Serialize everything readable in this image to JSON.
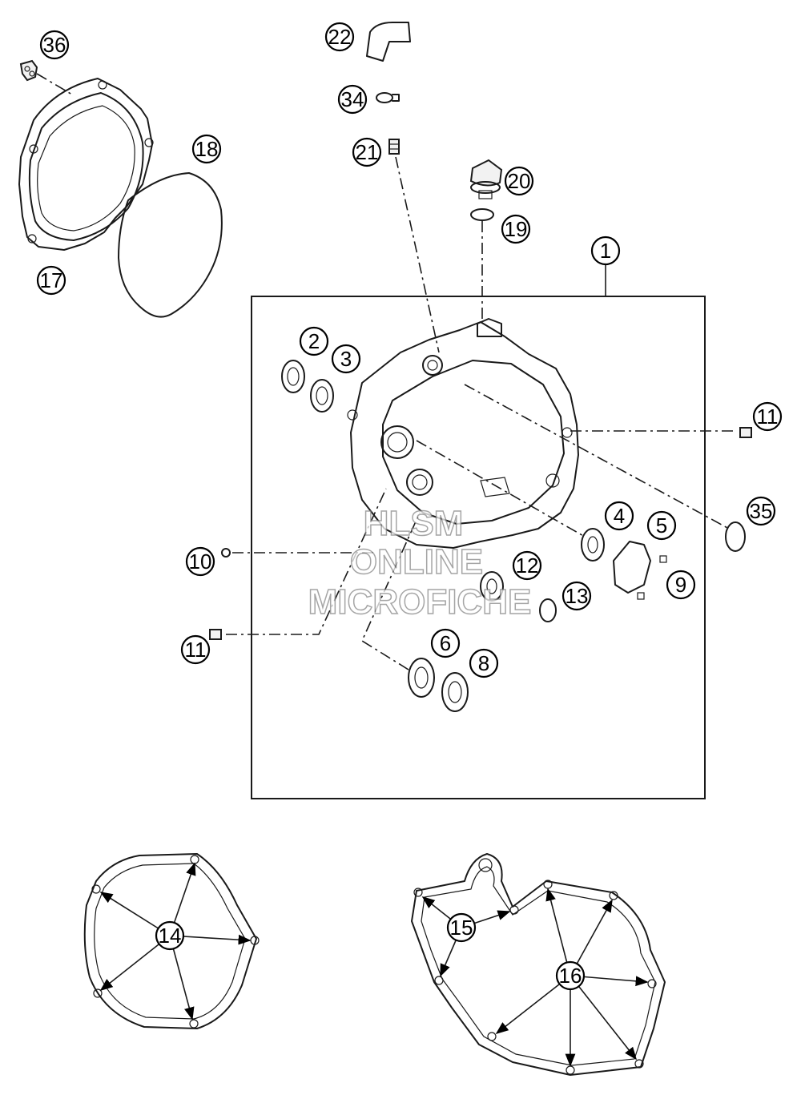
{
  "callouts": [
    {
      "label": "1"
    },
    {
      "label": "2"
    },
    {
      "label": "3"
    },
    {
      "label": "4"
    },
    {
      "label": "5"
    },
    {
      "label": "6"
    },
    {
      "label": "8"
    },
    {
      "label": "9"
    },
    {
      "label": "10"
    },
    {
      "label": "11"
    },
    {
      "label": "11"
    },
    {
      "label": "12"
    },
    {
      "label": "13"
    },
    {
      "label": "14"
    },
    {
      "label": "15"
    },
    {
      "label": "16"
    },
    {
      "label": "17"
    },
    {
      "label": "18"
    },
    {
      "label": "19"
    },
    {
      "label": "20"
    },
    {
      "label": "21"
    },
    {
      "label": "22"
    },
    {
      "label": "34"
    },
    {
      "label": "35"
    },
    {
      "label": "36"
    }
  ],
  "watermark": {
    "line1": "HLSM",
    "line2": "ONLINE",
    "line3": "MICROFICHE"
  }
}
